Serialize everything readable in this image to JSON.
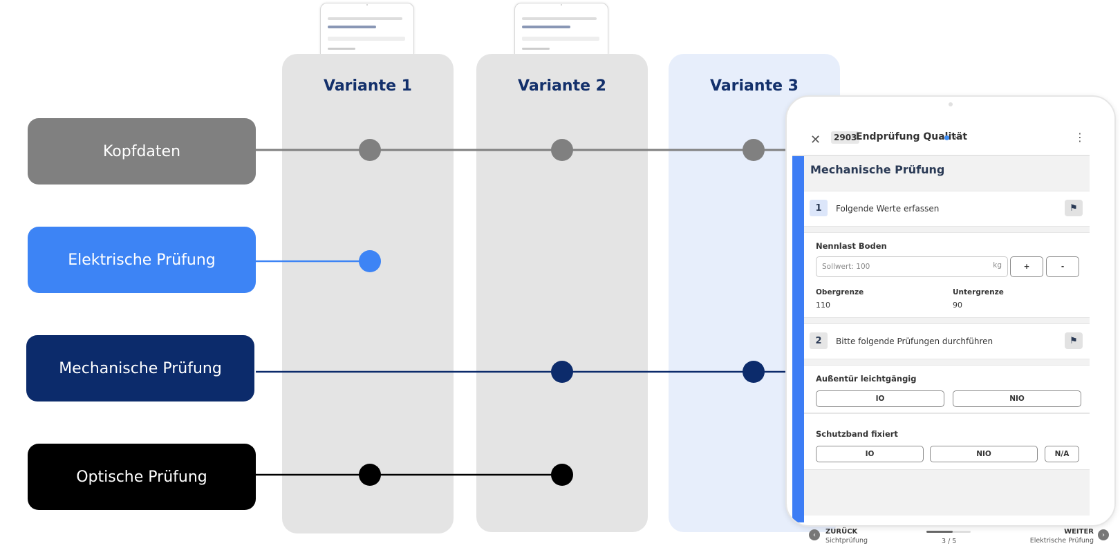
{
  "columns": [
    {
      "title": "Variante 1",
      "bg": "#e4e4e4"
    },
    {
      "title": "Variante 2",
      "bg": "#e4e4e4"
    },
    {
      "title": "Variante 3",
      "bg": "#e7eefb"
    }
  ],
  "categories": [
    {
      "label": "Kopfdaten",
      "color": "#808080"
    },
    {
      "label": "Elektrische Prüfung",
      "color": "#3d84f5"
    },
    {
      "label": "Mechanische Prüfung",
      "color": "#0c2b6b"
    },
    {
      "label": "Optische Prüfung",
      "color": "#000000"
    }
  ],
  "connections": [
    {
      "category": 0,
      "columns": [
        1,
        2,
        3
      ]
    },
    {
      "category": 1,
      "columns": [
        1
      ]
    },
    {
      "category": 2,
      "columns": [
        2,
        3
      ]
    },
    {
      "category": 3,
      "columns": [
        1,
        2
      ]
    }
  ],
  "phone": {
    "header": {
      "close_icon": "close-icon",
      "order_number": "2903",
      "title": "Endprüfung Qualität",
      "menu_icon": "more-vertical-icon"
    },
    "section_title": "Mechanische Prüfung",
    "steps": [
      {
        "number": "1",
        "label": "Folgende Werte erfassen"
      },
      {
        "number": "2",
        "label": "Bitte folgende Prüfungen durchführen"
      }
    ],
    "field": {
      "label": "Nennlast Boden",
      "placeholder": "Sollwert: 100",
      "unit": "kg",
      "plus": "+",
      "minus": "-",
      "upper_label": "Obergrenze",
      "upper_value": "110",
      "lower_label": "Untergrenze",
      "lower_value": "90"
    },
    "check1": {
      "label": "Außentür leichtgängig",
      "io": "IO",
      "nio": "NIO"
    },
    "check2": {
      "label": "Schutzband fixiert",
      "io": "IO",
      "nio": "NIO",
      "na": "N/A"
    },
    "footer": {
      "back_label": "ZURÜCK",
      "back_sub": "Sichtprüfung",
      "progress": "3 / 5",
      "progress_fraction": 0.6,
      "next_label": "WEITER",
      "next_sub": "Elektrische Prüfung"
    }
  }
}
